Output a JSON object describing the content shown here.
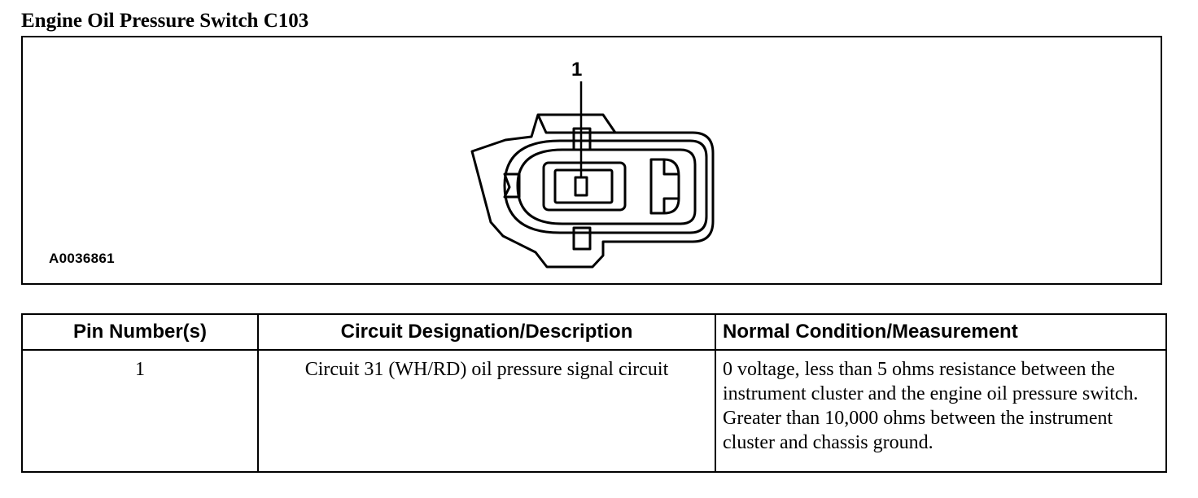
{
  "title": "Engine Oil Pressure Switch C103",
  "diagram": {
    "figure_id": "A0036861",
    "pin_label": "1",
    "icon": "connector-face-icon"
  },
  "table": {
    "headers": [
      "Pin Number(s)",
      "Circuit Designation/Description",
      "Normal Condition/Measurement"
    ],
    "rows": [
      {
        "pin": "1",
        "circuit": "Circuit 31 (WH/RD) oil pressure signal circuit",
        "condition": "0 voltage, less than 5 ohms resistance between the instrument cluster and the engine oil pressure switch. Greater than 10,000 ohms between the instrument cluster and chassis ground."
      }
    ]
  }
}
